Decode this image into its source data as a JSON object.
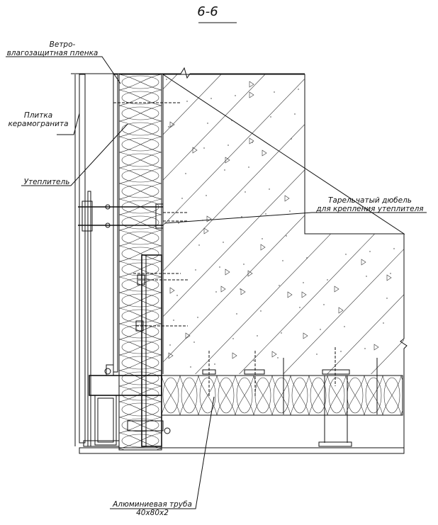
{
  "title": "6-6",
  "labels": {
    "windproof_film_line1": "Ветро-",
    "windproof_film_line2": "влагозащитная пленка",
    "tile_line1": "Плитка",
    "tile_line2": "керамогранита",
    "insulation": "Утеплитель",
    "dowel_line1": "Тарельчатый дюбель",
    "dowel_line2": "для крепления утеплителя",
    "aluminium_line1": "Алюминиевая труба",
    "aluminium_line2": "40х80х2"
  }
}
